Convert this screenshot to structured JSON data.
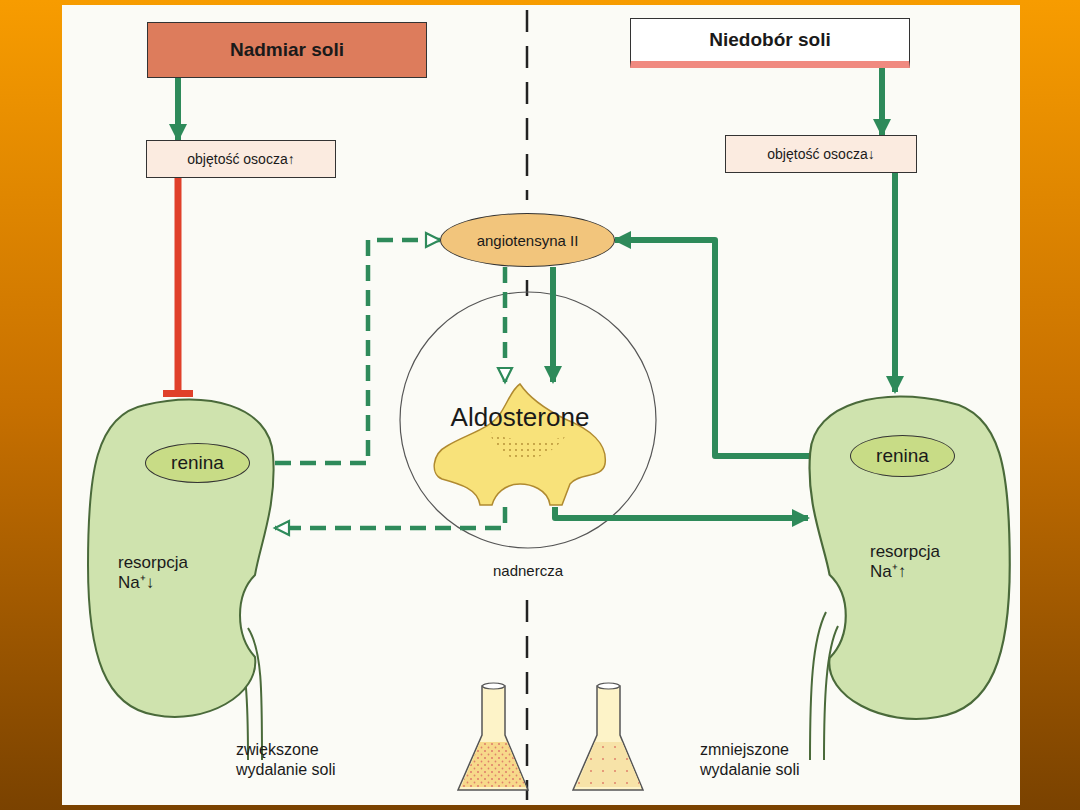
{
  "diagram": {
    "nodes": [
      {
        "text": [
          "Nadmiar soli"
        ]
      },
      {
        "text": [
          "Niedobór soli"
        ]
      },
      {
        "text": [
          "objętość osocza↑"
        ]
      },
      {
        "text": [
          "objętość osocza↓"
        ]
      },
      {
        "text": [
          "angiotensyna II"
        ]
      },
      {
        "text": [
          "Aldosterone"
        ]
      },
      {
        "text": [
          "resorpcja Na⁺↓"
        ]
      },
      {
        "text": [
          "renina"
        ],
        "in": 6
      },
      {
        "text": [
          "resorpcja Na⁺↑"
        ]
      },
      {
        "text": [
          "renina"
        ],
        "in": 8
      }
    ],
    "edges": [
      {
        "from": 0,
        "to": 2,
        "arrow": "to"
      },
      {
        "from": 1,
        "to": 3,
        "arrow": "to"
      },
      {
        "from": 2,
        "to": 6,
        "arrow": "to"
      },
      {
        "from": 3,
        "to": 8,
        "arrow": "to"
      },
      {
        "from": 7,
        "to": 4,
        "arrow": "to"
      },
      {
        "from": 9,
        "to": 4,
        "arrow": "to"
      },
      {
        "from": 4,
        "to": 5,
        "arrow": "to"
      },
      {
        "from": 4,
        "to": 5,
        "arrow": "to"
      },
      {
        "from": 5,
        "to": 6,
        "arrow": "to"
      },
      {
        "from": 5,
        "to": 8,
        "arrow": "to"
      }
    ],
    "labels": [
      "nadnercza",
      "zwiększone wydalanie soli",
      "zmniejszone wydalanie soli"
    ]
  }
}
